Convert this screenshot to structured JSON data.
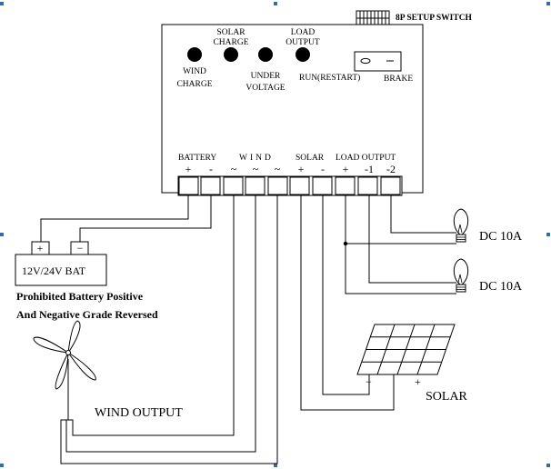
{
  "controller": {
    "leds": {
      "wind_charge": "WIND CHARGE",
      "solar_charge": "SOLAR CHARGE",
      "under_voltage": "UNDER VOLTAGE",
      "load_output": "LOAD OUTPUT"
    },
    "run_restart": "RUN(RESTART)",
    "brake": "BRAKE",
    "switch_label": "8P SETUP SWITCH",
    "group_labels": {
      "battery": "BATTERY",
      "wind": "WIND",
      "solar": "SOLAR",
      "load_output": "LOAD OUTPUT"
    },
    "terminal_signs": [
      "+",
      "-",
      "~",
      "~",
      "~",
      "+",
      "-",
      "+",
      "-1",
      "-2"
    ]
  },
  "battery": {
    "label": "12V/24V BAT",
    "plus": "+",
    "minus": "−",
    "warning_line1": "Prohibited Battery Positive",
    "warning_line2": "And Negative Grade Reversed"
  },
  "loads": [
    {
      "label": "DC 10A"
    },
    {
      "label": "DC 10A"
    }
  ],
  "solar_panel": {
    "label": "SOLAR",
    "minus": "−",
    "plus": "+"
  },
  "wind": {
    "label": "WIND OUTPUT"
  },
  "colors": {
    "line": "#000000",
    "background": "#ffffff",
    "led": "#000000",
    "frame_marker": "#2f6fb0"
  }
}
